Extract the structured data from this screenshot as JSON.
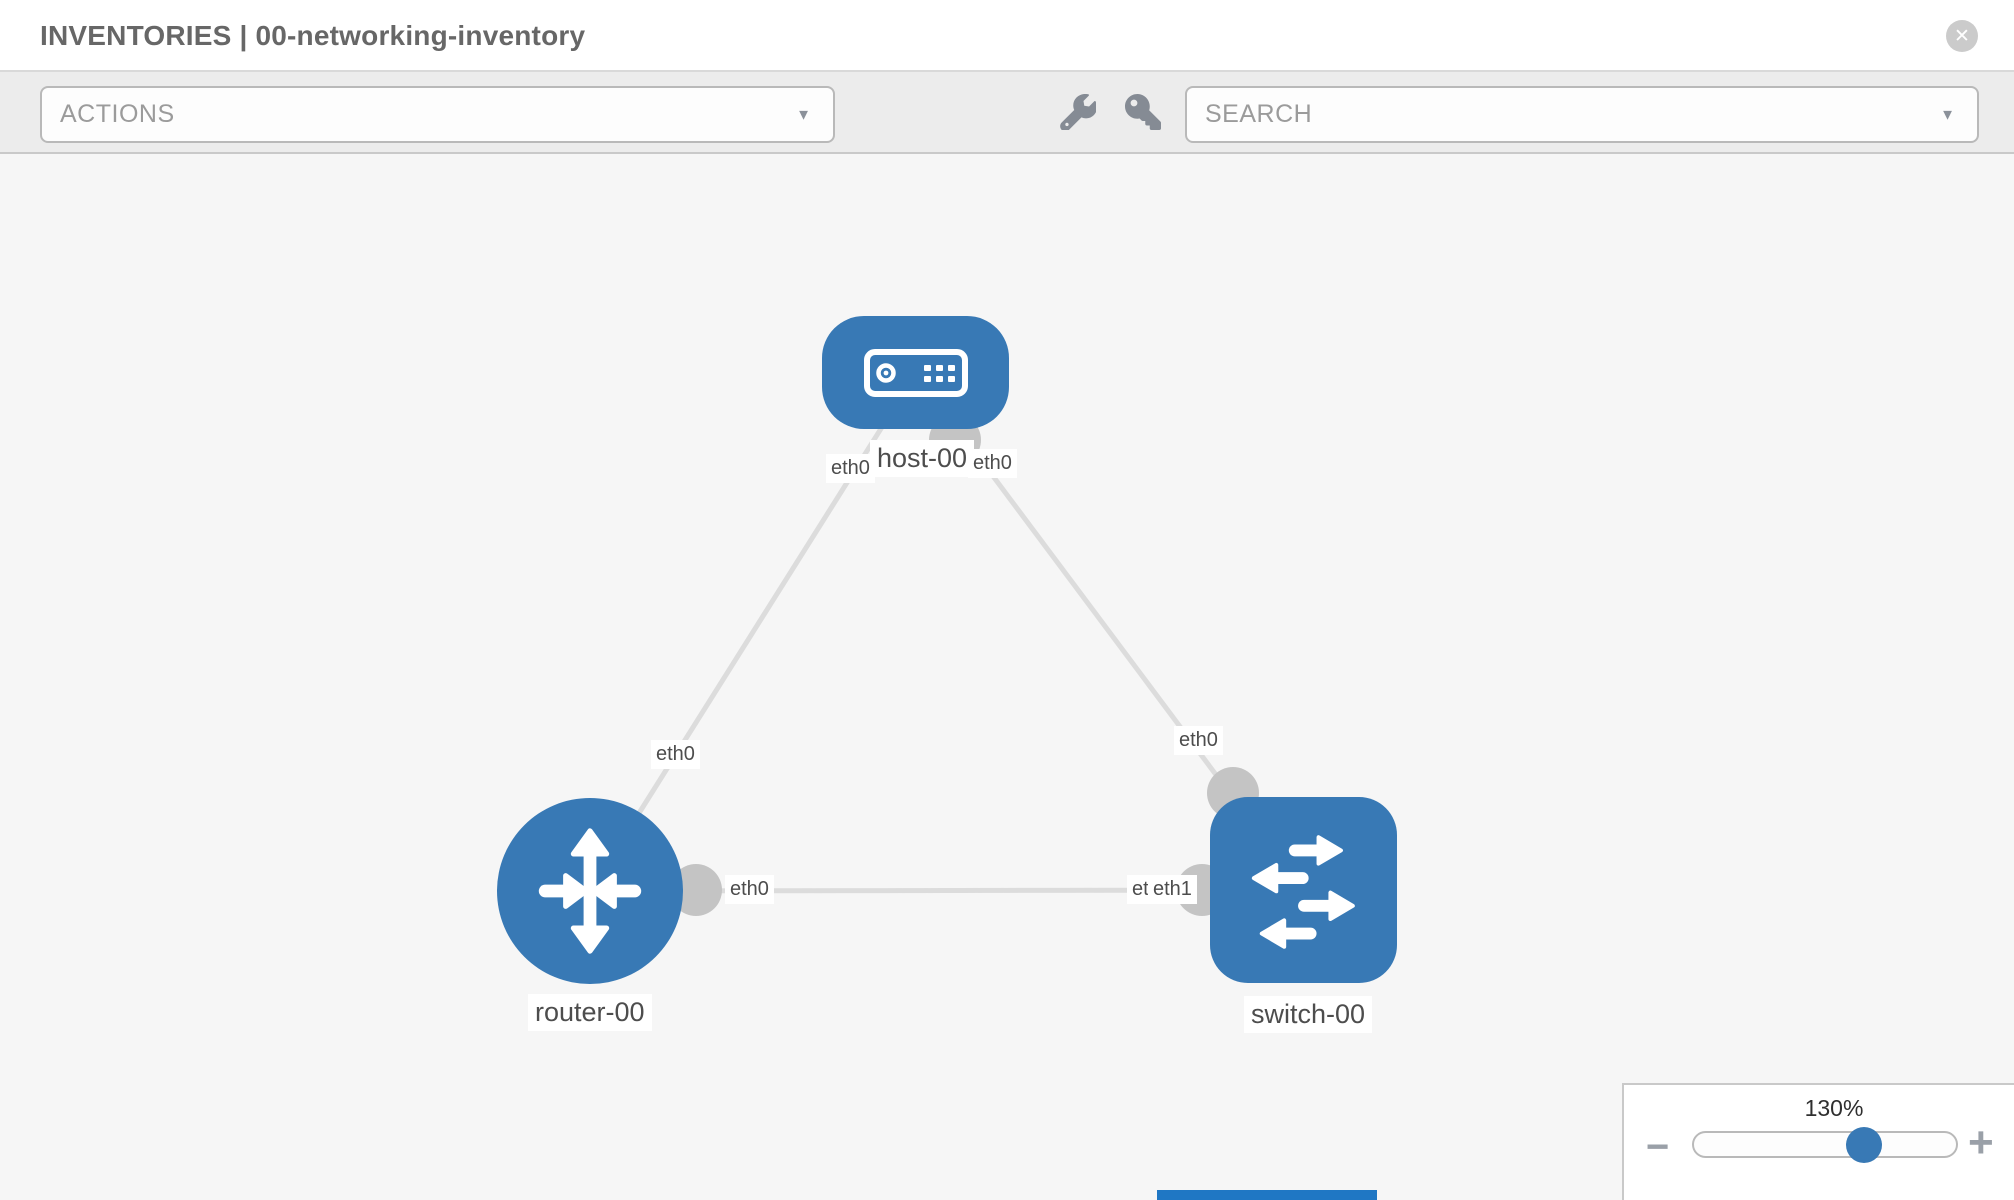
{
  "header": {
    "title": "INVENTORIES | 00-networking-inventory",
    "close_glyph": "✕"
  },
  "toolbar": {
    "actions_label": "ACTIONS",
    "search_placeholder": "SEARCH",
    "caret_glyph": "▼",
    "icons": [
      "wrench-icon",
      "key-icon"
    ]
  },
  "topology": {
    "nodes": [
      {
        "id": "host-00",
        "label": "host-00",
        "type": "host",
        "icon": "server-icon"
      },
      {
        "id": "router-00",
        "label": "router-00",
        "type": "router",
        "icon": "router-arrows-icon"
      },
      {
        "id": "switch-00",
        "label": "switch-00",
        "type": "switch",
        "icon": "switch-arrows-icon"
      }
    ],
    "links": [
      {
        "from": "host-00",
        "to": "router-00",
        "from_interface": "eth0",
        "to_interface": "eth0"
      },
      {
        "from": "host-00",
        "to": "switch-00",
        "from_interface": "eth0",
        "to_interface": "eth0"
      },
      {
        "from": "router-00",
        "to": "switch-00",
        "from_interface": "eth0",
        "to_interface": "eth1"
      }
    ]
  },
  "zoom_control": {
    "level": "130%",
    "minus_glyph": "−",
    "plus_glyph": "+"
  },
  "colors": {
    "node_blue": "#3879b5",
    "link_gray": "#dcdcdc",
    "endpoint_gray": "#c4c4c4",
    "toolbar_bg": "#ececec",
    "thumb_blue": "#3879b5",
    "partial_element_blue": "#1f77c4"
  }
}
